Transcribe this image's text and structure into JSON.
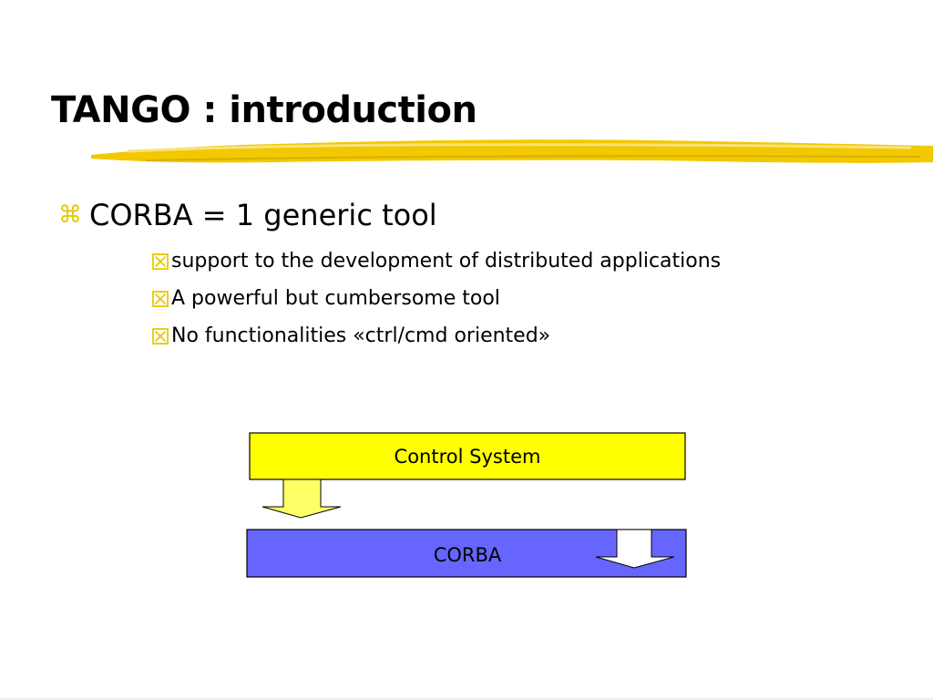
{
  "slide": {
    "title": "TANGO : introduction",
    "main_bullet": "CORBA = 1 generic tool",
    "main_bullet_icon": "z-bullet-icon",
    "sub_bullets": [
      "support to the development of distributed applications",
      "A powerful but cumbersome tool",
      "No functionalities «ctrl/cmd oriented»"
    ],
    "sub_bullet_icon": "crossed-box-icon"
  },
  "diagram": {
    "top_box_label": "Control System",
    "bottom_box_label": "CORBA",
    "top_box_color": "#ffff00",
    "bottom_box_color": "#6666ff",
    "arrow_color_down_into_corba": "#ffff66",
    "arrow_color_down_out_of_corba": "#ffffff"
  },
  "colors": {
    "title_underline": "#f2c800",
    "bullet_accent": "#e8c800"
  }
}
